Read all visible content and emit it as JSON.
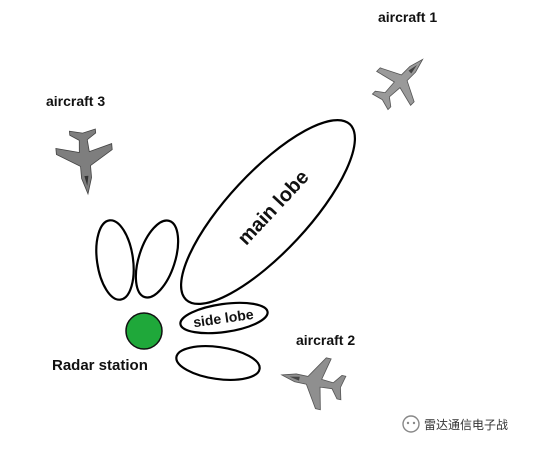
{
  "labels": {
    "aircraft_1": "aircraft 1",
    "aircraft_2": "aircraft 2",
    "aircraft_3": "aircraft 3",
    "radar_station": "Radar station",
    "main_lobe": "main lobe",
    "side_lobe": "side lobe"
  },
  "watermark": {
    "text": "雷达通信电子战",
    "icon": "wechat-icon"
  },
  "colors": {
    "radar": "#1fa83a",
    "radar_outline": "#111111",
    "lobe_stroke": "#000000",
    "aircraft": "#8a8a8a"
  }
}
